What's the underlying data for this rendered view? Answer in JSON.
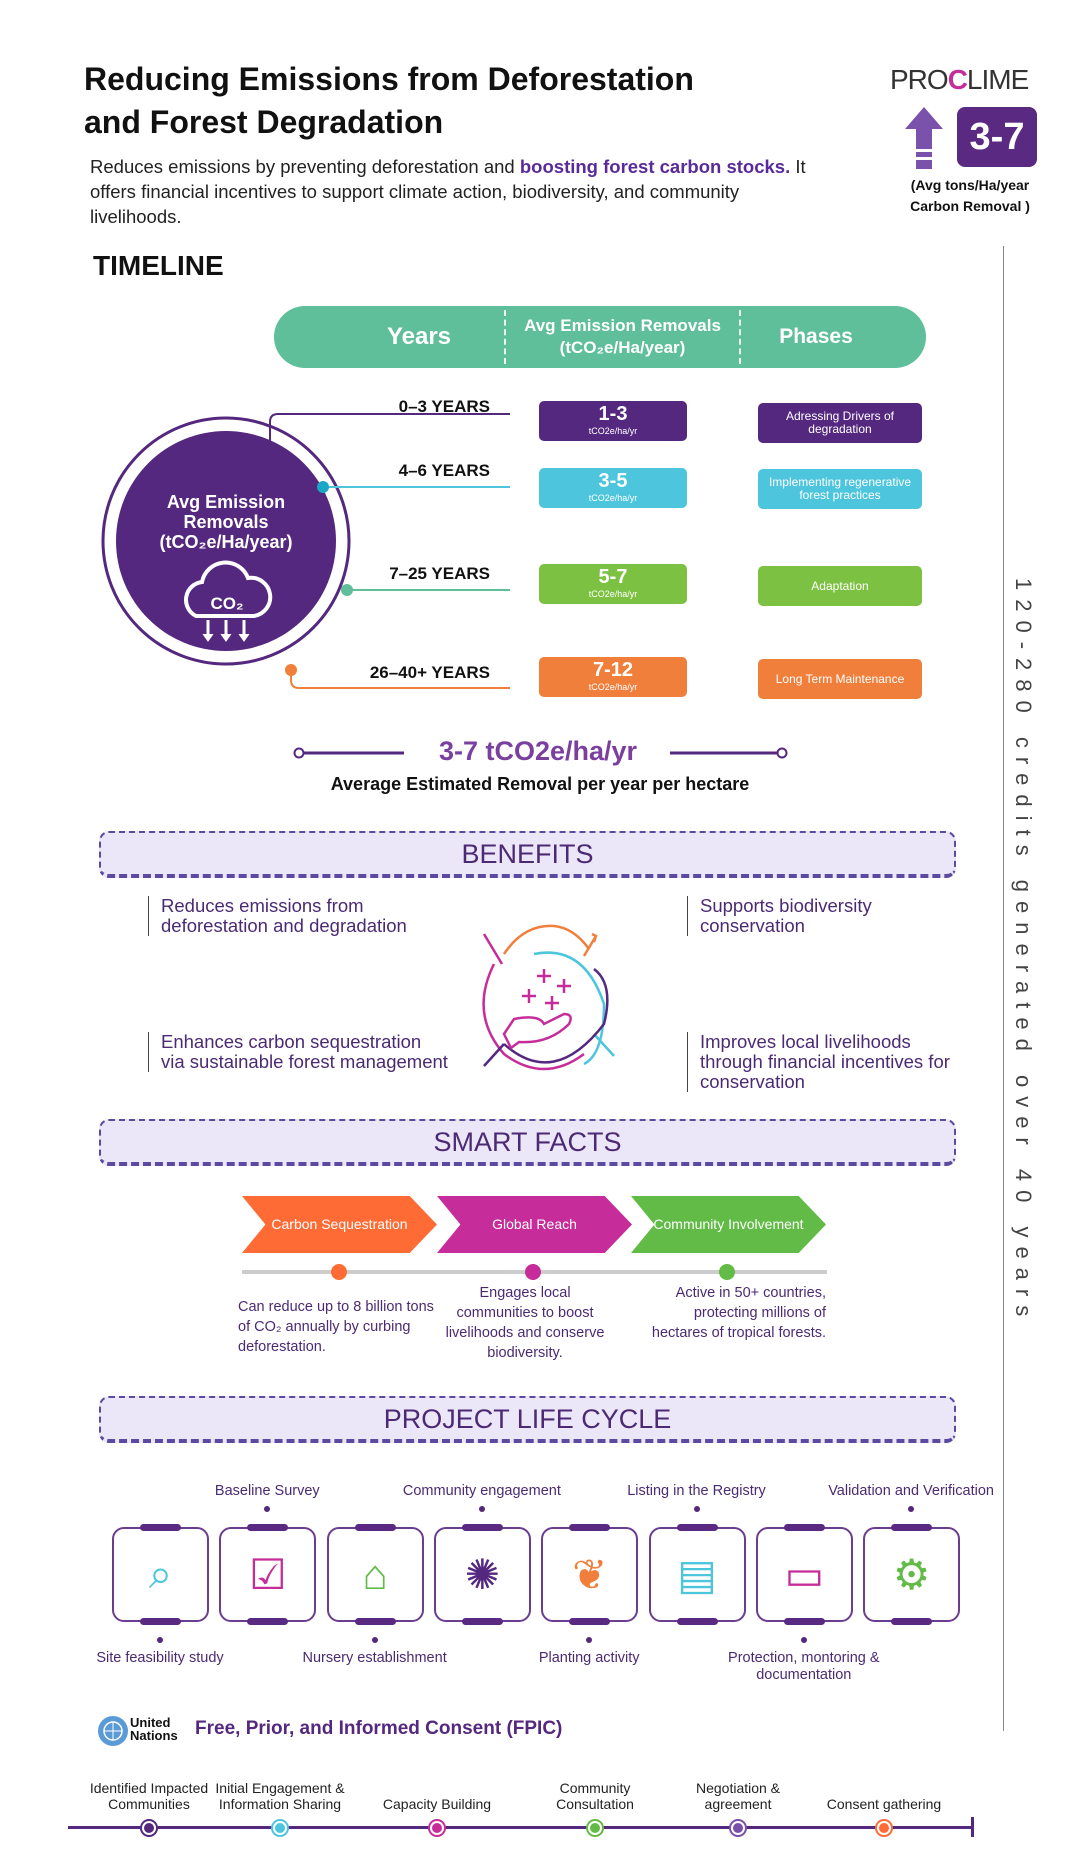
{
  "header": {
    "title_line1": "Reducing Emissions from Deforestation",
    "title_line2": "and Forest Degradation",
    "desc_pre": "Reduces emissions by preventing deforestation and ",
    "desc_bold": "boosting forest carbon stocks.",
    "desc_post": " It offers financial incentives to support climate action, biodiversity, and community livelihoods."
  },
  "logo": {
    "pre": "PRO",
    "c": "C",
    "post": "LIME"
  },
  "badge": {
    "value": "3-7",
    "caption": "(Avg tons/Ha/year Carbon Removal )"
  },
  "side_text": "120-280 credits generated over 40 years",
  "timeline": {
    "heading": "TIMELINE",
    "columns": [
      "Years",
      "Avg Emission Removals (tCO₂e/Ha/year)",
      "Phases"
    ],
    "circle_label": "Avg Emission Removals (tCO₂e/Ha/year)",
    "circle_icon": "CO₂",
    "rows": [
      {
        "years": "0–3 YEARS",
        "value": "1-3",
        "unit": "tCO2e/ha/yr",
        "phase": "Adressing Drivers of degradation",
        "color": "#55287f"
      },
      {
        "years": "4–6 YEARS",
        "value": "3-5",
        "unit": "tCO2e/ha/yr",
        "phase": "Implementing regenerative forest practices",
        "color": "#4cc5dd"
      },
      {
        "years": "7–25 YEARS",
        "value": "5-7",
        "unit": "tCO2e/ha/yr",
        "phase": "Adaptation",
        "color": "#7cc142"
      },
      {
        "years": "26–40+ YEARS",
        "value": "7-12",
        "unit": "tCO2e/ha/yr",
        "phase": "Long Term Maintenance",
        "color": "#f07f3c"
      }
    ],
    "summary_value": "3-7 tCO2e/ha/yr",
    "summary_label": "Average Estimated Removal per year per hectare"
  },
  "benefits": {
    "heading": "BENEFITS",
    "items": [
      "Reduces emissions from deforestation and degradation",
      "Supports biodiversity conservation",
      "Enhances carbon sequestration via sustainable forest management",
      "Improves local livelihoods through financial incentives for conservation"
    ]
  },
  "smart_facts": {
    "heading": "SMART FACTS",
    "items": [
      {
        "title": "Carbon Sequestration",
        "text": "Can reduce up to 8 billion tons of CO₂ annually by curbing deforestation.",
        "color": "#ff6b35"
      },
      {
        "title": "Global Reach",
        "text": "Engages local communities to boost livelihoods and conserve biodiversity.",
        "color": "#c72d9a"
      },
      {
        "title": "Community Involvement",
        "text": "Active in 50+ countries, protecting millions of hectares of tropical forests.",
        "color": "#62bb46"
      }
    ]
  },
  "lifecycle": {
    "heading": "PROJECT LIFE CYCLE",
    "steps": [
      "Site feasibility study",
      "Baseline Survey",
      "Nursery establishment",
      "Community engagement",
      "Planting activity",
      "Listing in the Registry",
      "Protection, montoring & documentation",
      "Validation and Verification"
    ]
  },
  "fpic": {
    "org": "United Nations",
    "title": "Free, Prior, and Informed Consent (FPIC)",
    "steps": [
      {
        "label": "Identified Impacted Communities",
        "color": "#55287f"
      },
      {
        "label": "Initial Engagement & Information Sharing",
        "color": "#4cc5dd"
      },
      {
        "label": "Capacity Building",
        "color": "#c72d9a"
      },
      {
        "label": "Community Consultation",
        "color": "#62bb46"
      },
      {
        "label": "Negotiation & agreement",
        "color": "#7a4fa8"
      },
      {
        "label": "Consent gathering",
        "color": "#ff6b35"
      }
    ]
  }
}
